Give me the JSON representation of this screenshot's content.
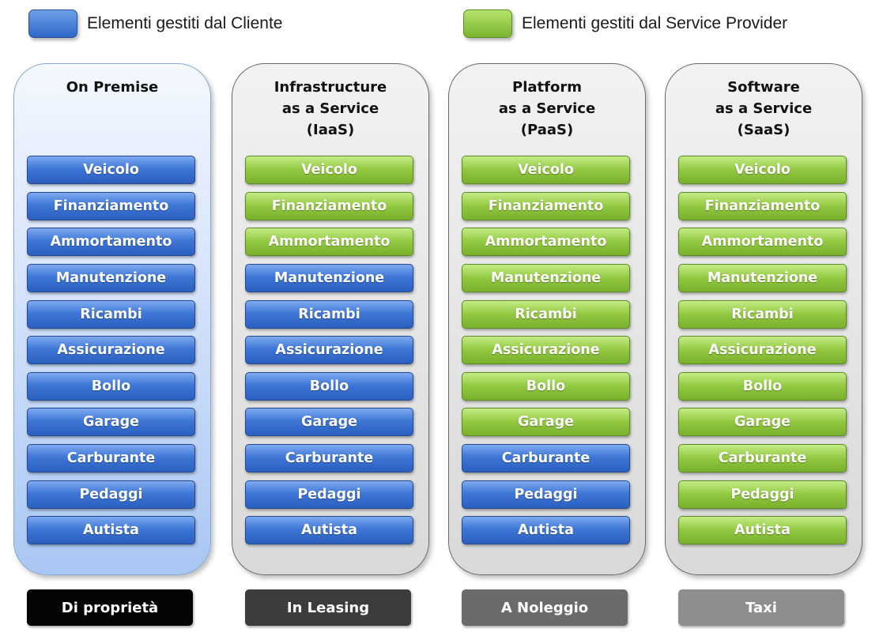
{
  "legend": {
    "client": {
      "label": "Elementi gestiti dal Cliente",
      "color": "#3a72d4"
    },
    "provider": {
      "label": "Elementi gestiti dal Service Provider",
      "color": "#8cc63f"
    }
  },
  "columns": [
    {
      "title": "On Premise",
      "style": "owned",
      "items": [
        {
          "label": "Veicolo",
          "managed_by": "client"
        },
        {
          "label": "Finanziamento",
          "managed_by": "client"
        },
        {
          "label": "Ammortamento",
          "managed_by": "client"
        },
        {
          "label": "Manutenzione",
          "managed_by": "client"
        },
        {
          "label": "Ricambi",
          "managed_by": "client"
        },
        {
          "label": "Assicurazione",
          "managed_by": "client"
        },
        {
          "label": "Bollo",
          "managed_by": "client"
        },
        {
          "label": "Garage",
          "managed_by": "client"
        },
        {
          "label": "Carburante",
          "managed_by": "client"
        },
        {
          "label": "Pedaggi",
          "managed_by": "client"
        },
        {
          "label": "Autista",
          "managed_by": "client"
        }
      ],
      "footer": {
        "label": "Di proprietà",
        "color": "#050505"
      }
    },
    {
      "title": "Infrastructure\nas a Service\n(IaaS)",
      "style": "service",
      "items": [
        {
          "label": "Veicolo",
          "managed_by": "provider"
        },
        {
          "label": "Finanziamento",
          "managed_by": "provider"
        },
        {
          "label": "Ammortamento",
          "managed_by": "provider"
        },
        {
          "label": "Manutenzione",
          "managed_by": "client"
        },
        {
          "label": "Ricambi",
          "managed_by": "client"
        },
        {
          "label": "Assicurazione",
          "managed_by": "client"
        },
        {
          "label": "Bollo",
          "managed_by": "client"
        },
        {
          "label": "Garage",
          "managed_by": "client"
        },
        {
          "label": "Carburante",
          "managed_by": "client"
        },
        {
          "label": "Pedaggi",
          "managed_by": "client"
        },
        {
          "label": "Autista",
          "managed_by": "client"
        }
      ],
      "footer": {
        "label": "In Leasing",
        "color": "#3c3c3c"
      }
    },
    {
      "title": "Platform\nas a Service\n(PaaS)",
      "style": "service",
      "items": [
        {
          "label": "Veicolo",
          "managed_by": "provider"
        },
        {
          "label": "Finanziamento",
          "managed_by": "provider"
        },
        {
          "label": "Ammortamento",
          "managed_by": "provider"
        },
        {
          "label": "Manutenzione",
          "managed_by": "provider"
        },
        {
          "label": "Ricambi",
          "managed_by": "provider"
        },
        {
          "label": "Assicurazione",
          "managed_by": "provider"
        },
        {
          "label": "Bollo",
          "managed_by": "provider"
        },
        {
          "label": "Garage",
          "managed_by": "provider"
        },
        {
          "label": "Carburante",
          "managed_by": "client"
        },
        {
          "label": "Pedaggi",
          "managed_by": "client"
        },
        {
          "label": "Autista",
          "managed_by": "client"
        }
      ],
      "footer": {
        "label": "A Noleggio",
        "color": "#6b6b6b"
      }
    },
    {
      "title": "Software\nas a Service\n(SaaS)",
      "style": "service",
      "items": [
        {
          "label": "Veicolo",
          "managed_by": "provider"
        },
        {
          "label": "Finanziamento",
          "managed_by": "provider"
        },
        {
          "label": "Ammortamento",
          "managed_by": "provider"
        },
        {
          "label": "Manutenzione",
          "managed_by": "provider"
        },
        {
          "label": "Ricambi",
          "managed_by": "provider"
        },
        {
          "label": "Assicurazione",
          "managed_by": "provider"
        },
        {
          "label": "Bollo",
          "managed_by": "provider"
        },
        {
          "label": "Garage",
          "managed_by": "provider"
        },
        {
          "label": "Carburante",
          "managed_by": "provider"
        },
        {
          "label": "Pedaggi",
          "managed_by": "provider"
        },
        {
          "label": "Autista",
          "managed_by": "provider"
        }
      ],
      "footer": {
        "label": "Taxi",
        "color": "#8e8e8e"
      }
    }
  ]
}
